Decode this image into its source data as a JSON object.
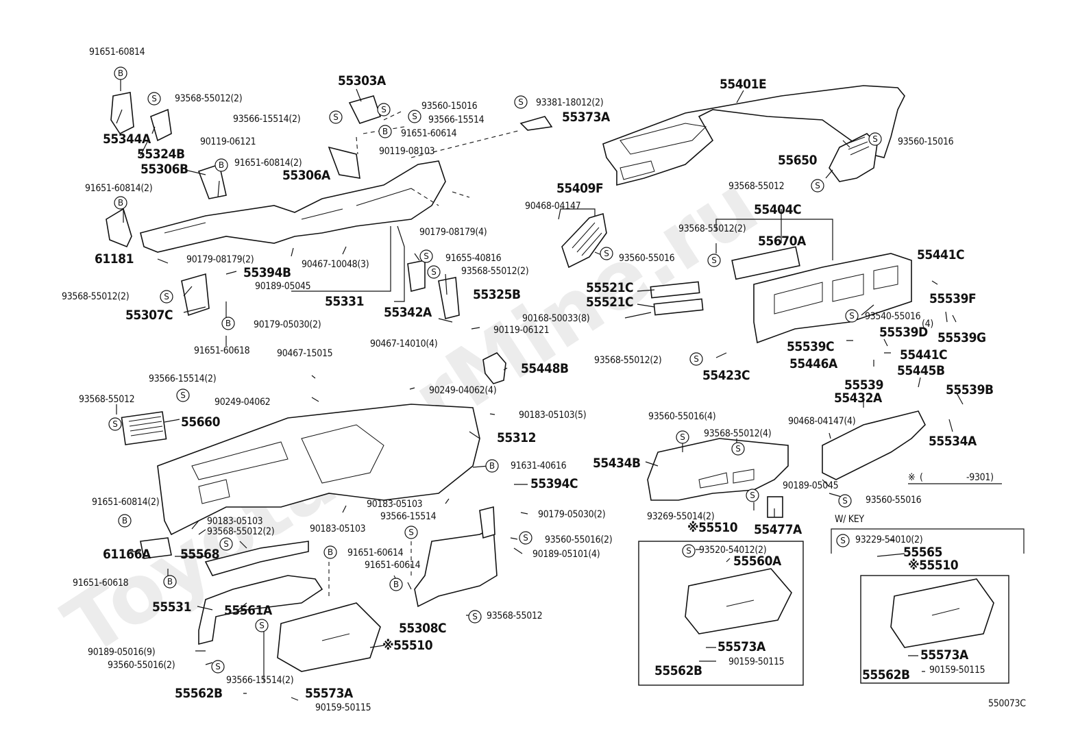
{
  "watermark": "ToyotaCarMine.ru",
  "diagram_id": "550073C",
  "notes": {
    "w_key": "W/ KEY",
    "note_range_mark": "※",
    "note_range_open": "(",
    "note_range_value": "-9301)"
  },
  "labels": {
    "p55401E": "55401E",
    "p55303A": "55303A",
    "p55373A": "55373A",
    "p55344A": "55344A",
    "p55324B": "55324B",
    "p55306B": "55306B",
    "p55306A": "55306A",
    "p61181": "61181",
    "p55394B": "55394B",
    "p55307C": "55307C",
    "p55331": "55331",
    "p55342A": "55342A",
    "p55325B": "55325B",
    "p55409F": "55409F",
    "p55404C": "55404C",
    "p55670A": "55670A",
    "p55650": "55650",
    "p55441C_a": "55441C",
    "p55539F": "55539F",
    "p55521C_a": "55521C",
    "p55521C_b": "55521C",
    "p55539D": "55539D",
    "p55539G": "55539G",
    "p55539C": "55539C",
    "p55446A": "55446A",
    "p55441C_b": "55441C",
    "p55423C": "55423C",
    "p55448B": "55448B",
    "p55445B": "55445B",
    "p55539": "55539",
    "p55432A": "55432A",
    "p55539B": "55539B",
    "p55534A": "55534A",
    "p55660": "55660",
    "p55312": "55312",
    "p55434B": "55434B",
    "p55394C": "55394C",
    "p55477A": "55477A",
    "p55510_a": "※55510",
    "p61166A": "61166A",
    "p55568": "55568",
    "p55531": "55531",
    "p55561A": "55561A",
    "p55308C": "55308C",
    "p55510_b": "※55510",
    "p55562B_a": "55562B",
    "p55573A_a": "55573A",
    "p55560A": "55560A",
    "p55573A_b": "55573A",
    "p55562B_b": "55562B",
    "p55565": "55565",
    "p55510_c": "※55510",
    "p55573A_c": "55573A",
    "p55562B_c": "55562B"
  },
  "small_labels": {
    "s91651_60814_top": "91651-60814",
    "s93568_55012_2_a": "93568-55012(2)",
    "s90119_06121_a": "90119-06121",
    "s91651_60814_2_a": "91651-60814(2)",
    "s91651_60814_2_b": "91651-60814(2)",
    "s93566_15514_2_a": "93566-15514(2)",
    "s93560_15016_a": "93560-15016",
    "s93566_15514_a": "93566-15514",
    "s91651_60614_a": "91651-60614",
    "s90119_08103": "90119-08103",
    "s93381_18012_2": "93381-18012(2)",
    "s90179_08179_2": "90179-08179(2)",
    "s90467_10048_3": "90467-10048(3)",
    "s90189_05045_a": "90189-05045",
    "s90179_08179_4": "90179-08179(4)",
    "s91655_40816": "91655-40816",
    "s93568_55012_2_b": "93568-55012(2)",
    "s93568_55012_2_c": "93568-55012(2)",
    "s90179_05030_2_a": "90179-05030(2)",
    "s91651_60618_a": "91651-60618",
    "s90119_06121_b": "90119-06121",
    "s90467_14010_4": "90467-14010(4)",
    "s90467_15015": "90467-15015",
    "s93560_15016_b": "93560-15016",
    "s93568_55012_a": "93568-55012",
    "s90468_04147_a": "90468-04147",
    "s93568_55012_2_d": "93568-55012(2)",
    "s93560_55016_a": "93560-55016",
    "s90168_50033_8": "90168-50033(8)",
    "s93540_55016": "93540-55016",
    "s4": "(4)",
    "s93568_55012_2_e": "93568-55012(2)",
    "s93566_15514_2_b": "93566-15514(2)",
    "s93568_55012_b": "93568-55012",
    "s90249_04062": "90249-04062",
    "s90249_04062_4": "90249-04062(4)",
    "s90183_05103_5": "90183-05103(5)",
    "s93560_55016_4": "93560-55016(4)",
    "s93568_55012_4": "93568-55012(4)",
    "s90468_04147_4": "90468-04147(4)",
    "s91631_40616": "91631-40616",
    "s90183_05103_a": "90183-05103",
    "s90183_05103_b": "90183-05103",
    "s90183_05103_c": "90183-05103",
    "s93566_15514_b": "93566-15514",
    "s90179_05030_2_b": "90179-05030(2)",
    "s93560_55016_2": "93560-55016(2)",
    "s90189_05101_4": "90189-05101(4)",
    "s90189_05045_b": "90189-05045",
    "s93560_55016_b": "93560-55016",
    "s93269_55014_2": "93269-55014(2)",
    "s91651_60814_2_c": "91651-60814(2)",
    "s93568_55012_2_f": "93568-55012(2)",
    "s91651_60614_b": "91651-60614",
    "s91651_60614_c": "91651-60614",
    "s91651_60618_b": "91651-60618",
    "s93568_55012_c": "93568-55012",
    "s90189_05016_9": "90189-05016(9)",
    "s93560_55016_2_b": "93560-55016(2)",
    "s93566_15514_2_c": "93566-15514(2)",
    "s90159_50115_a": "90159-50115",
    "s93520_54012_2": "93520-54012(2)",
    "s90159_50115_b": "90159-50115",
    "s93229_54010_2": "93229-54010(2)",
    "s90159_50115_c": "90159-50115"
  },
  "markers": {
    "b": "B",
    "s": "S"
  }
}
